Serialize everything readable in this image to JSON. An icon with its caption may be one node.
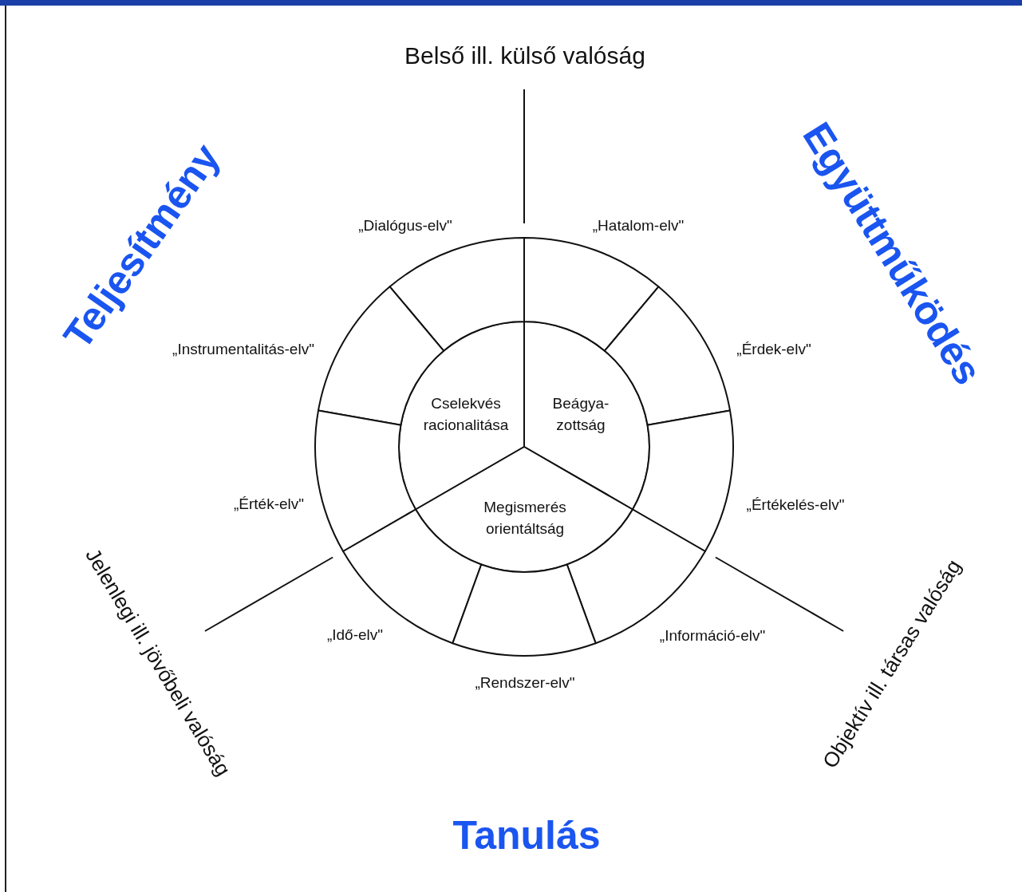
{
  "diagram": {
    "nodes": [
      {
        "text": [
          "Cselekvés racionalitása"
        ]
      },
      {
        "text": [
          "Beágya- zottság"
        ]
      },
      {
        "text": [
          "Megismerés orientáltság"
        ]
      },
      {
        "text": [],
        "shape": "sector",
        "beside": [
          "„Dialógus-elv\""
        ]
      },
      {
        "text": [],
        "shape": "sector",
        "beside": [
          "„Hatalom-elv\""
        ]
      },
      {
        "text": [],
        "shape": "sector",
        "beside": [
          "„Instrumentalitás-elv\""
        ]
      },
      {
        "text": [],
        "shape": "sector",
        "beside": [
          "„Érdek-elv\""
        ]
      },
      {
        "text": [],
        "shape": "sector",
        "beside": [
          "„Érték-elv\""
        ]
      },
      {
        "text": [],
        "shape": "sector",
        "beside": [
          "„Értékelés-elv\""
        ]
      },
      {
        "text": [],
        "shape": "sector",
        "beside": [
          "„Idő-elv\""
        ]
      },
      {
        "text": [],
        "shape": "sector",
        "beside": [
          "„Információ-elv\""
        ]
      },
      {
        "text": [],
        "shape": "sector",
        "beside": [
          "„Rendszer-elv\""
        ]
      }
    ],
    "labels": [
      "Belső ill. külső valóság",
      "Teljesítmény",
      "Együttműködés",
      "Jelenlegi ill. jövőbeli valóság",
      "Objektív ill. társas valóság",
      "Tanulás"
    ]
  }
}
